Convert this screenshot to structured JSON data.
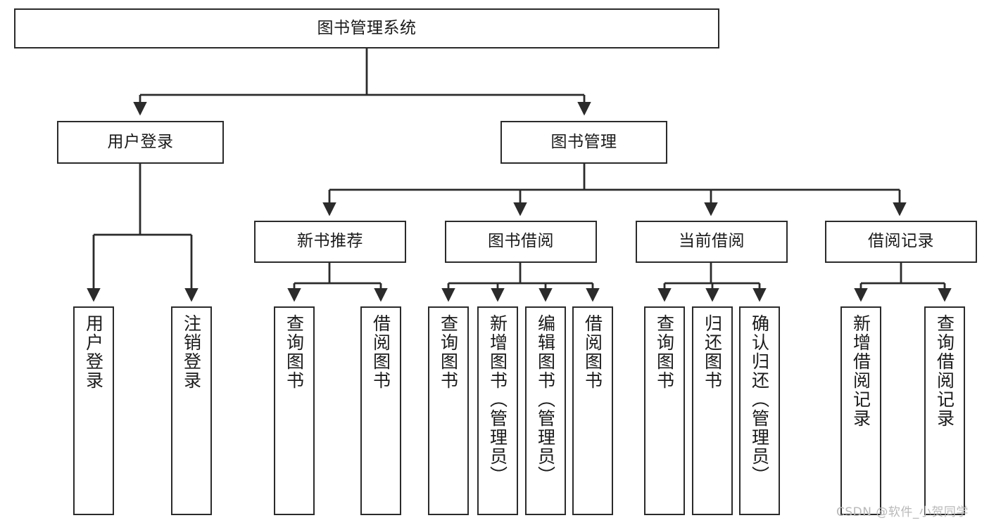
{
  "diagram": {
    "title": "图书管理系统",
    "watermark": "CSDN @软件_小贺同学",
    "line_color": "#2b2b2b",
    "box_fill": "#ffffff",
    "text_color": "#1a1a1a",
    "watermark_color": "#b9b9b9"
  },
  "nodes": {
    "root": {
      "label": "图书管理系统"
    },
    "level1": [
      {
        "label": "用户登录"
      },
      {
        "label": "图书管理"
      }
    ],
    "level2": [
      {
        "label": "新书推荐"
      },
      {
        "label": "图书借阅"
      },
      {
        "label": "当前借阅"
      },
      {
        "label": "借阅记录"
      }
    ],
    "login_leaves": [
      {
        "label": "用户登录"
      },
      {
        "label": "注销登录"
      }
    ],
    "recommend_leaves": [
      {
        "label": "查询图书"
      },
      {
        "label": "借阅图书"
      }
    ],
    "borrow_leaves": [
      {
        "label": "查询图书"
      },
      {
        "label": "新增图书（管理员）"
      },
      {
        "label": "编辑图书（管理员）"
      },
      {
        "label": "借阅图书"
      }
    ],
    "current_leaves": [
      {
        "label": "查询图书"
      },
      {
        "label": "归还图书"
      },
      {
        "label": "确认归还（管理员）"
      }
    ],
    "record_leaves": [
      {
        "label": "新增借阅记录"
      },
      {
        "label": "查询借阅记录"
      }
    ]
  }
}
